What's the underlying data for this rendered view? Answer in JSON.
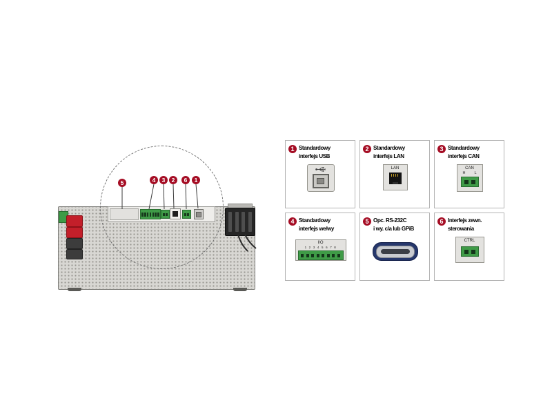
{
  "colors": {
    "badge_red": "#a50d24",
    "connector_green": "#3f9b47",
    "gpib_blue": "#26376c",
    "panel_gray": "#d8d7d3"
  },
  "panel": {
    "callouts": [
      {
        "num": "5"
      },
      {
        "num": "4"
      },
      {
        "num": "3"
      },
      {
        "num": "2"
      },
      {
        "num": "6"
      },
      {
        "num": "1"
      }
    ]
  },
  "legend": {
    "cards": [
      {
        "num": "1",
        "line1": "Standardowy",
        "line2": "interfejs USB"
      },
      {
        "num": "2",
        "line1": "Standardowy",
        "line2": "interfejs LAN",
        "port": "LAN"
      },
      {
        "num": "3",
        "line1": "Standardowy",
        "line2": "interfejs CAN",
        "port": "CAN",
        "pin_left": "H",
        "pin_right": "L"
      },
      {
        "num": "4",
        "line1": "Standardowy",
        "line2": "interfejs we/wy",
        "port": "I/O",
        "pins": "12345678"
      },
      {
        "num": "5",
        "line1": "Opc. RS-232C",
        "line2": "i wy. c/a lub GPiB"
      },
      {
        "num": "6",
        "line1": "Interfejs zewn.",
        "line2": "sterowania",
        "port": "CTRL"
      }
    ]
  }
}
